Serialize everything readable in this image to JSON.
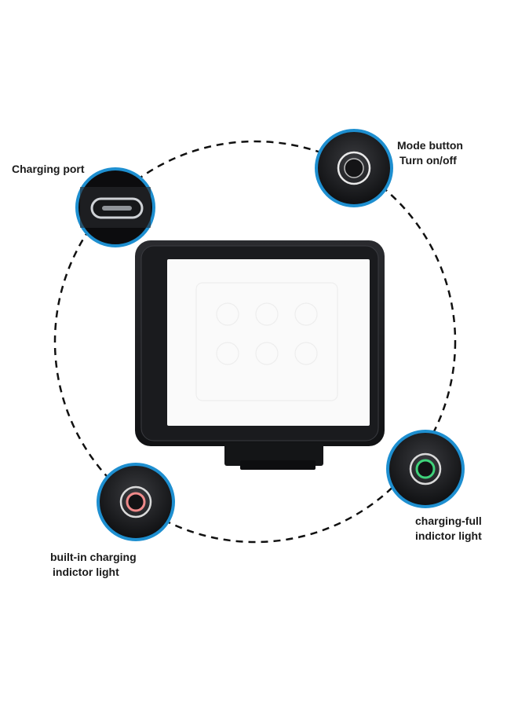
{
  "callouts": {
    "mode_button": {
      "line1": "Mode button",
      "line2": "Turn on/off"
    },
    "charging_port": {
      "line1": "Charging port"
    },
    "charging_full": {
      "line1": "charging-full",
      "line2": "indictor light"
    },
    "builtin_charging": {
      "line1": "built-in charging",
      "line2": "indictor light"
    }
  },
  "colors": {
    "ring_accent": "#1e8fd0",
    "panel_body": "#1c1d20",
    "panel_screen": "#fafafa",
    "green_indicator": "#3fd27a",
    "red_indicator": "#f08a8a",
    "dashed_circle": "#111111"
  },
  "icons": [
    "usb-c-port-icon",
    "power-button-icon",
    "green-led-icon",
    "red-led-icon"
  ]
}
